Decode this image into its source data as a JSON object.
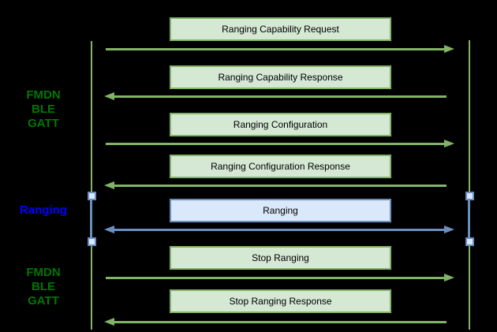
{
  "phases": [
    {
      "label_lines": [
        "FMDN",
        "BLE",
        "GATT"
      ],
      "color": "#007700"
    },
    {
      "label_lines": [
        "Ranging"
      ],
      "color": "#0000ff"
    },
    {
      "label_lines": [
        "FMDN",
        "BLE",
        "GATT"
      ],
      "color": "#007700"
    }
  ],
  "messages": [
    {
      "label": "Ranging Capability Request",
      "direction": "right",
      "theme": "green"
    },
    {
      "label": "Ranging Capability Response",
      "direction": "left",
      "theme": "green"
    },
    {
      "label": "Ranging Configuration",
      "direction": "right",
      "theme": "green"
    },
    {
      "label": "Ranging Configuration Response",
      "direction": "left",
      "theme": "green"
    },
    {
      "label": "Ranging",
      "direction": "both",
      "theme": "blue"
    },
    {
      "label": "Stop Ranging",
      "direction": "right",
      "theme": "green"
    },
    {
      "label": "Stop Ranging Response",
      "direction": "left",
      "theme": "green"
    }
  ],
  "colors": {
    "background": "#000000",
    "green_fill": "#d5e8d4",
    "green_stroke": "#82b366",
    "blue_fill": "#dae8fc",
    "blue_stroke": "#6c8ebf",
    "phase_green": "#007700",
    "phase_blue": "#0000ff",
    "box_text": "#000000"
  }
}
